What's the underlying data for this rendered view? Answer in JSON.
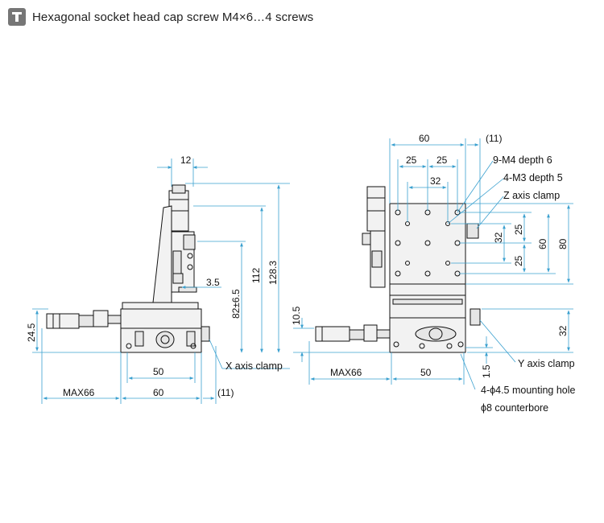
{
  "header": {
    "icon": "t-stage-icon",
    "title": "Hexagonal socket head cap screw M4×6…4 screws"
  },
  "side_view": {
    "dims": {
      "top_width": "12",
      "h_total": "128.3",
      "h_112": "112",
      "travel": "82±6.5",
      "offset": "3.5",
      "h_base": "24.5",
      "w_50": "50",
      "w_60": "60",
      "max": "MAX66",
      "ext": "(11)"
    },
    "labels": {
      "x_clamp": "X axis clamp"
    }
  },
  "front_view": {
    "dims": {
      "top_60": "60",
      "top_ext": "(11)",
      "s25a": "25",
      "s25b": "25",
      "s32": "32",
      "r25a": "25",
      "r25b": "25",
      "r32": "32",
      "r60": "60",
      "r80": "80",
      "r32b": "32",
      "h105": "10.5",
      "h15": "1.5",
      "max": "MAX66",
      "w50": "50"
    },
    "labels": {
      "m4": "9-M4 depth 6",
      "m3": "4-M3 depth 5",
      "z_clamp": "Z axis clamp",
      "y_clamp": "Y axis clamp",
      "holes": "4-ϕ4.5 mounting hole",
      "counterbore": "ϕ8 counterbore"
    }
  }
}
